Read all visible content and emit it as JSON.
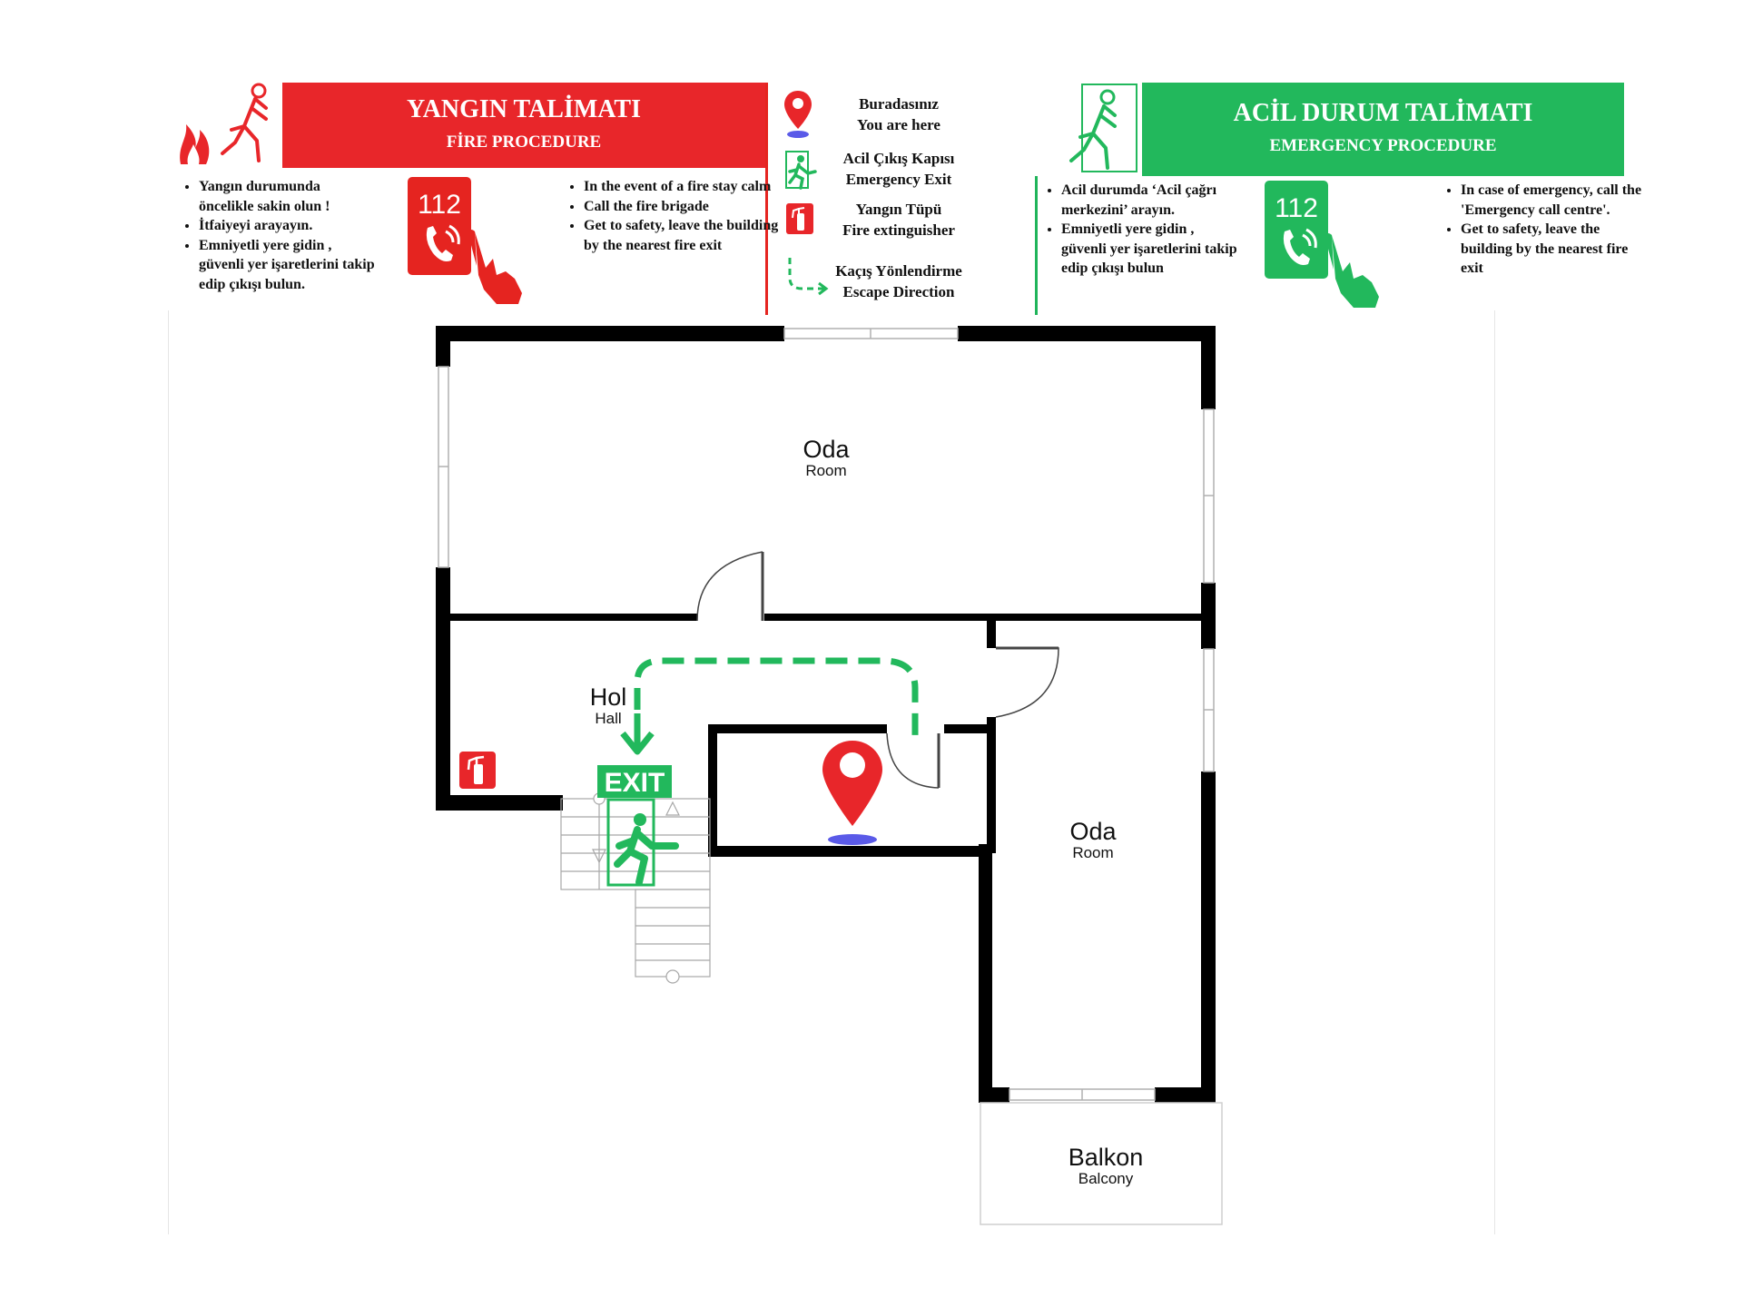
{
  "fire_panel": {
    "title": "YANGIN TALİMATI",
    "subtitle": "FİRE PROCEDURE",
    "phone_number": "112",
    "instructions_tr": [
      "Yangın durumunda öncelikle sakin olun !",
      "İtfaiyeyi arayayın.",
      "Emniyetli yere gidin , güvenli yer işaretlerini takip edip çıkışı bulun."
    ],
    "instructions_en": [
      "In the event of a fire stay calm",
      "Call the fire brigade",
      "Get to safety, leave the building by the nearest fire exit"
    ],
    "color": "#e8262a"
  },
  "emergency_panel": {
    "title": "ACİL DURUM TALİMATI",
    "subtitle": "EMERGENCY PROCEDURE",
    "phone_number": "112",
    "instructions_tr": [
      "Acil durumda ‘Acil çağrı merkezini’ arayın.",
      "Emniyetli yere gidin , güvenli yer işaretlerini takip edip çıkışı bulun"
    ],
    "instructions_en": [
      "In case of emergency, call the 'Emergency call centre'.",
      "Get to safety, leave the building by the nearest fire exit"
    ],
    "color": "#22b85c"
  },
  "legend": {
    "items": [
      {
        "icon": "location-pin-icon",
        "label_tr": "Buradasınız",
        "label_en": "You are here"
      },
      {
        "icon": "emergency-exit-icon",
        "label_tr": "Acil Çıkış Kapısı",
        "label_en": "Emergency Exit"
      },
      {
        "icon": "fire-extinguisher-icon",
        "label_tr": "Yangın Tüpü",
        "label_en": "Fire extinguisher"
      },
      {
        "icon": "escape-arrow-icon",
        "label_tr": "Kaçış Yönlendirme",
        "label_en": "Escape Direction"
      }
    ]
  },
  "floor_plan": {
    "rooms": [
      {
        "name_tr": "Oda",
        "name_en": "Room"
      },
      {
        "name_tr": "Hol",
        "name_en": "Hall"
      },
      {
        "name_tr": "Oda",
        "name_en": "Room"
      },
      {
        "name_tr": "Balkon",
        "name_en": "Balcony"
      }
    ],
    "exit_sign": "EXIT",
    "wall_color": "#000000",
    "escape_route_color": "#22b85c",
    "pin_color": "#e8262a"
  }
}
